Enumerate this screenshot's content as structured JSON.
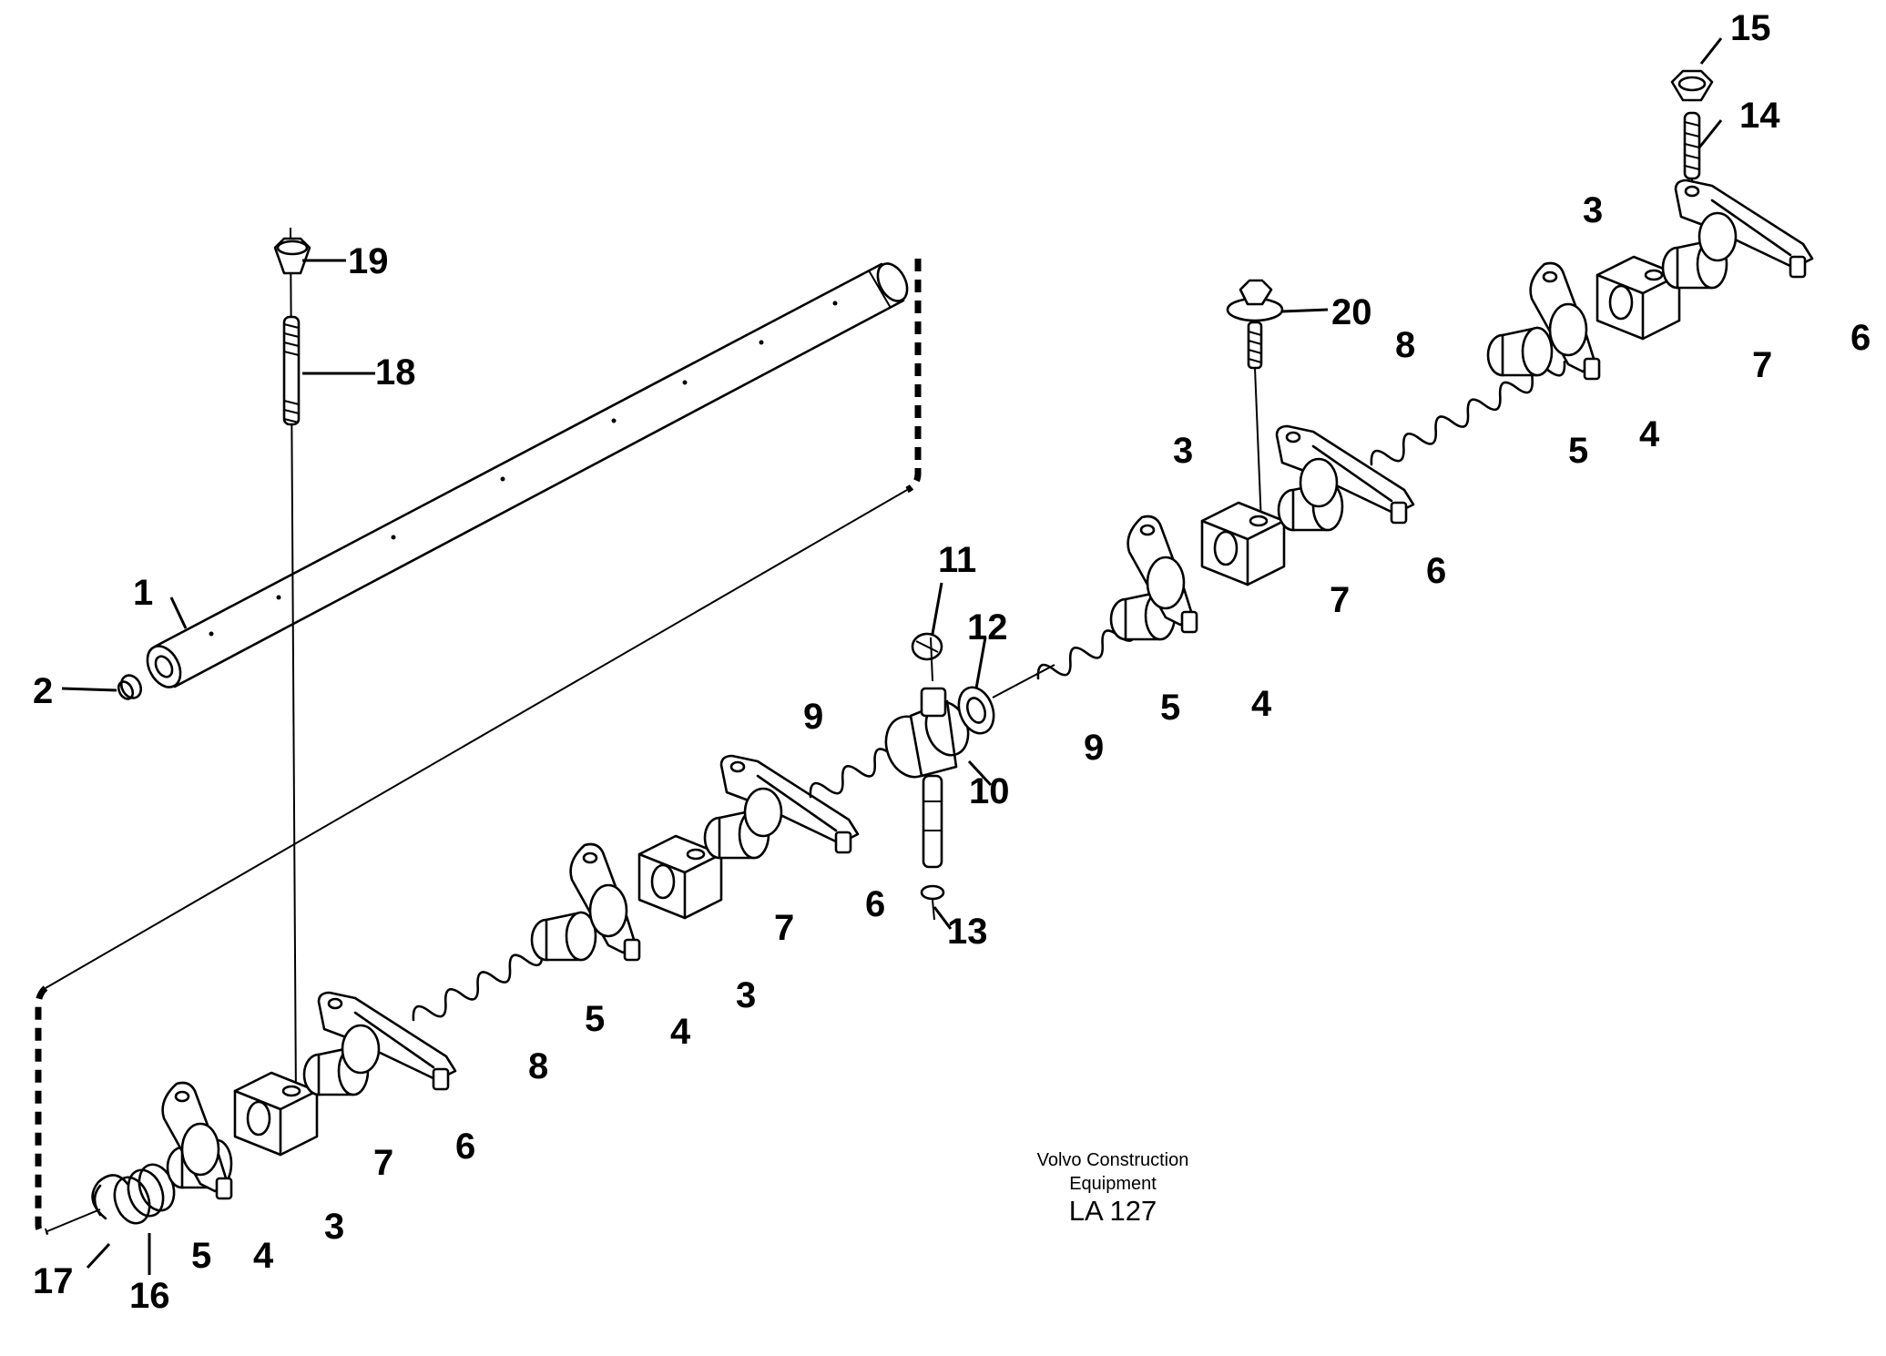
{
  "diagram": {
    "brand_line1": "Volvo Construction",
    "brand_line2": "Equipment",
    "code": "LA 127"
  },
  "callouts": [
    "1",
    "2",
    "3",
    "4",
    "5",
    "6",
    "7",
    "8",
    "9",
    "10",
    "11",
    "12",
    "13",
    "14",
    "15",
    "16",
    "17",
    "18",
    "19",
    "20"
  ]
}
